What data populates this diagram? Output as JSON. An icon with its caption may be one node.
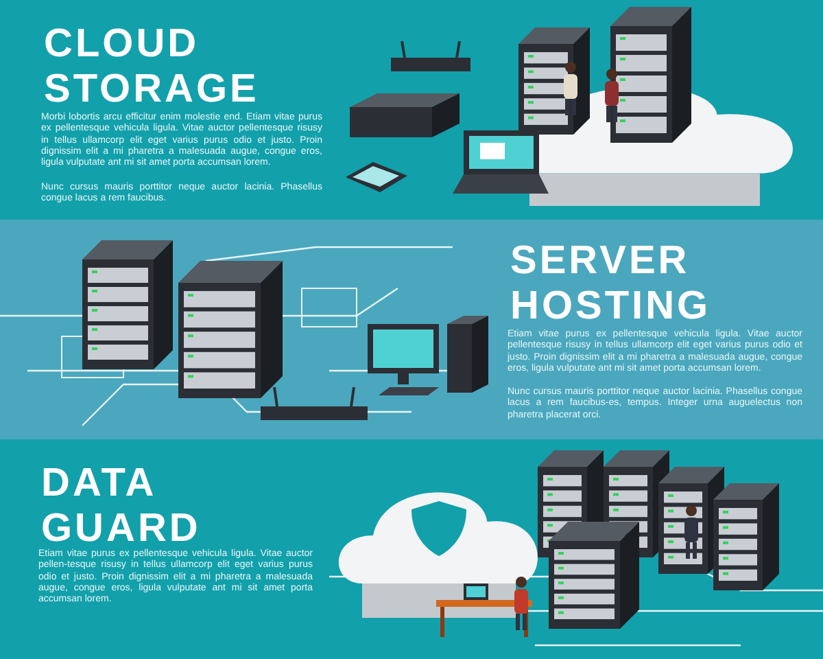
{
  "diagram": {
    "labels": [
      "CLOUD STORAGE",
      "Morbi lobortis arcu efficitur enim molestie end. Etiam vitae purus ex pellentesque vehicula ligula. Vitae auctor pellentesque risusy in tellus ullamcorp elit eget varius purus odio et justo. Proin dignissim elit a mi pharetra a malesuada augue, congue eros, ligula vulputate ant mi sit amet porta accumsan lorem.",
      "Nunc cursus mauris porttitor neque auctor lacinia. Phasellus congue lacus a rem faucibus.",
      "SERVER HOSTING",
      "Etiam vitae purus ex pellentesque vehicula ligula. Vitae auctor pellentesque risusy in tellus ullamcorp elit eget varius purus odio et justo. Proin dignissim elit a mi pharetra a malesuada augue, congue eros, ligula vulputate ant mi sit amet porta accumsan lorem.",
      "Nunc cursus mauris porttitor neque auctor lacinia. Phasellus congue lacus a rem faucibus-es, tempus. Integer urna auguelectus non pharetra placerat orci.",
      "DATA GUARD",
      "Etiam vitae purus ex pellentesque vehicula ligula. Vitae auctor pellen-tesque risusy in tellus ullamcorp elit eget varius purus odio et justo. Proin dignissim elit a mi pharetra a malesuada augue, congue eros, ligula vulputate ant mi sit amet porta accumsan lorem."
    ]
  }
}
